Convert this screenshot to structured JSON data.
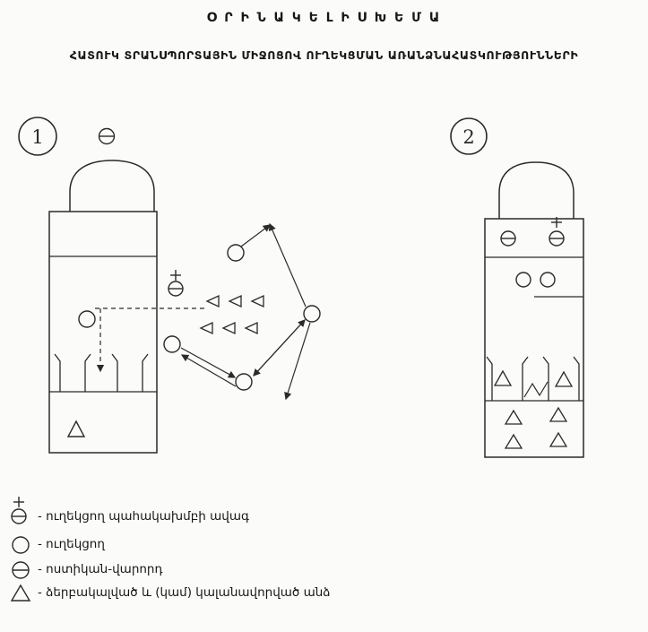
{
  "page": {
    "title": "Օ Ր Ի Ն Ա Կ Ե Լ Ի   Ս Խ Ե Մ Ա",
    "subtitle": "ՀԱՏՈՒԿ ՏՐԱՆՍՊՈՐՏԱՅԻՆ ՄԻՋՈՑՈՎ ՈՒՂԵԿՑՄԱՆ ԱՌԱՆՁՆԱՀԱՏԿՈՒԹՅՈՒՆՆԵՐԻ"
  },
  "diagrams": {
    "first": {
      "number": "1"
    },
    "second": {
      "number": "2"
    }
  },
  "legend": {
    "items": [
      {
        "symbol": "senior-escort",
        "label": "- ուղեկցող պահակախմբի ավագ"
      },
      {
        "symbol": "escort",
        "label": "- ուղեկցող"
      },
      {
        "symbol": "police-driver",
        "label": "- ոստիկան-վարորդ"
      },
      {
        "symbol": "detainee",
        "label": "- ձերբակալված և (կամ) կալանավորված անձ"
      }
    ]
  },
  "colors": {
    "ink": "#2a2a2a",
    "paper": "#fbfbfa"
  }
}
